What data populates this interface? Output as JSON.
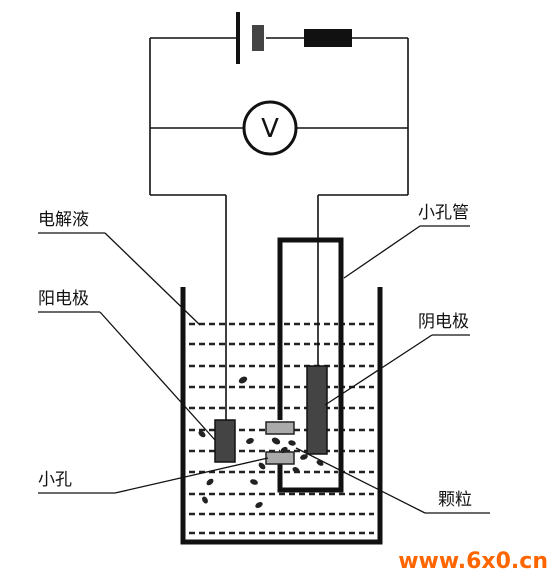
{
  "labels": {
    "electrolyte": "电解液",
    "anode": "阳电极",
    "small_hole": "小孔",
    "small_hole_tube": "小孔管",
    "cathode": "阴电极",
    "particle": "颗粒",
    "voltmeter": "V"
  },
  "watermark": "www.6x0.cn",
  "colors": {
    "line": "#111111",
    "electrode": "#444444",
    "tube_cap": "#aaaaaa",
    "watermark": "#ff6600"
  }
}
